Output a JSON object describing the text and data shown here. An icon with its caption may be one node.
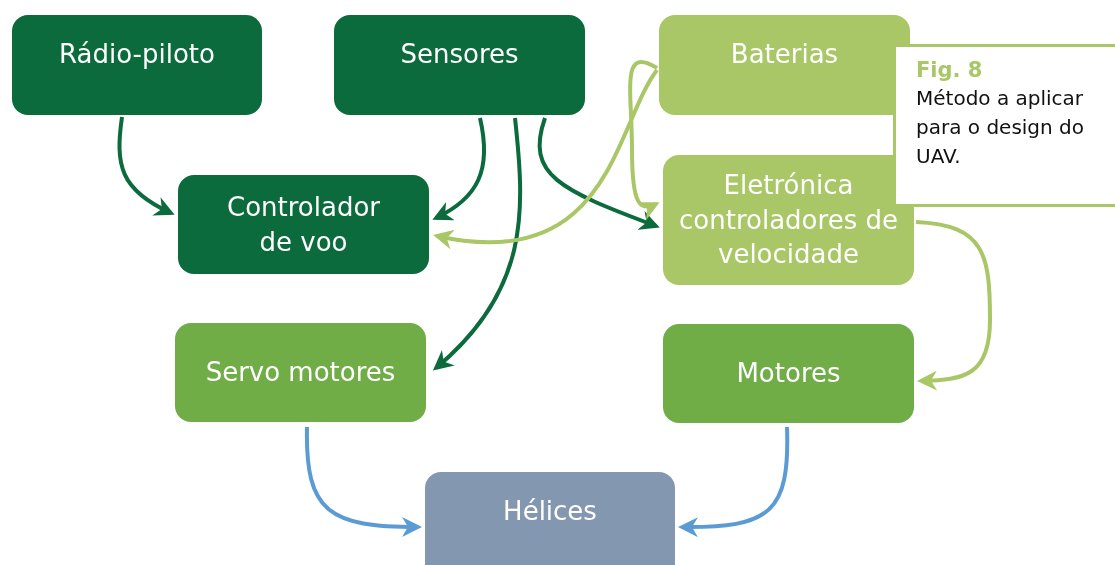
{
  "diagram": {
    "caption": "Método a aplicar para o design do UAV.",
    "nodes": [
      {
        "text": [
          "Rádio-piloto"
        ]
      },
      {
        "text": [
          "Sensores"
        ]
      },
      {
        "text": [
          "Baterias"
        ]
      },
      {
        "text": [
          "Controlador de voo"
        ]
      },
      {
        "text": [
          "Eletrónica controladores de velocidade"
        ]
      },
      {
        "text": [
          "Servo motores"
        ]
      },
      {
        "text": [
          "Motores"
        ]
      },
      {
        "text": [
          "Hélices"
        ]
      }
    ],
    "edges": [
      {
        "from": 0,
        "to": 3,
        "arrow": "to"
      },
      {
        "from": 1,
        "to": 3,
        "arrow": "to"
      },
      {
        "from": 1,
        "to": 5,
        "arrow": "to"
      },
      {
        "from": 1,
        "to": 4,
        "arrow": "to"
      },
      {
        "from": 2,
        "to": 3,
        "arrow": "to",
        "color": "#a9c766"
      },
      {
        "from": 2,
        "to": 4,
        "arrow": "to",
        "color": "#a9c766"
      },
      {
        "from": 4,
        "to": 6,
        "arrow": "to",
        "color": "#a9c766"
      },
      {
        "from": 5,
        "to": 7,
        "arrow": "to",
        "color": "#5b9bd5"
      },
      {
        "from": 6,
        "to": 7,
        "arrow": "to",
        "color": "#5b9bd5"
      }
    ],
    "labels": [
      "Fig. 8"
    ]
  }
}
